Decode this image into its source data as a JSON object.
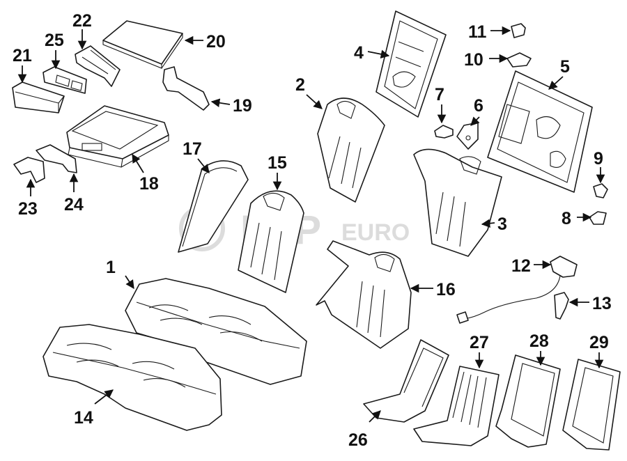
{
  "watermark": {
    "brand": "FCP",
    "suffix": "EURO"
  },
  "callouts": {
    "c1": "1",
    "c2": "2",
    "c3": "3",
    "c4": "4",
    "c5": "5",
    "c6": "6",
    "c7": "7",
    "c8": "8",
    "c9": "9",
    "c10": "10",
    "c11": "11",
    "c12": "12",
    "c13": "13",
    "c14": "14",
    "c15": "15",
    "c16": "16",
    "c17": "17",
    "c18": "18",
    "c19": "19",
    "c20": "20",
    "c21": "21",
    "c22": "22",
    "c23": "23",
    "c24": "24",
    "c25": "25",
    "c26": "26",
    "c27": "27",
    "c28": "28",
    "c29": "29"
  },
  "colors": {
    "line": "#1a1a1a",
    "background": "#ffffff",
    "watermark": "#dcdcdc"
  }
}
